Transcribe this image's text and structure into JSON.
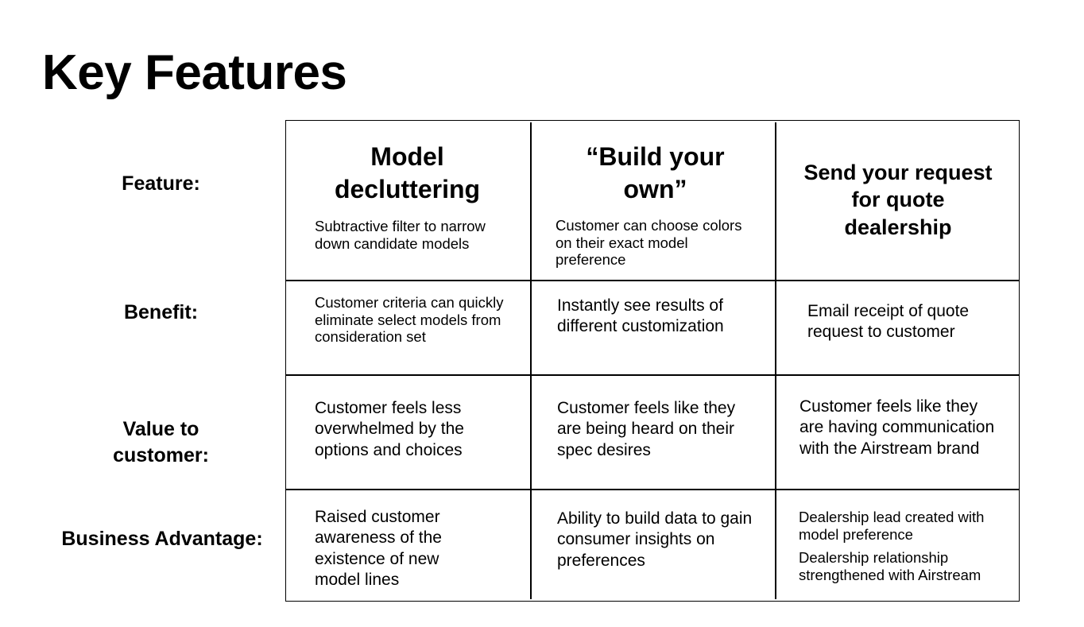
{
  "title": "Key Features",
  "row_labels": {
    "feature": "Feature:",
    "benefit": "Benefit:",
    "value": "Value to customer:",
    "business": "Business Advantage:"
  },
  "columns": [
    {
      "feature_title": "Model decluttering",
      "feature_description": "Subtractive filter to narrow down candidate models",
      "benefit": "Customer criteria can quickly eliminate select models from consideration set",
      "value": "Customer feels less overwhelmed by the options and choices",
      "business": [
        "Raised customer awareness of the existence of new model lines"
      ]
    },
    {
      "feature_title": "“Build your own”",
      "feature_description": "Customer can choose colors on their exact model preference",
      "benefit": "Instantly see results of different customization",
      "value": "Customer feels like they are being heard on their spec desires",
      "business": [
        "Ability to build data to gain consumer insights on preferences"
      ]
    },
    {
      "feature_title": "Send your request for quote dealership",
      "feature_description": "",
      "benefit": "Email receipt of quote request to customer",
      "value": "Customer feels like they are having communication with the Airstream brand",
      "business": [
        "Dealership lead created with model preference",
        "Dealership relationship strengthened with Airstream"
      ]
    }
  ]
}
